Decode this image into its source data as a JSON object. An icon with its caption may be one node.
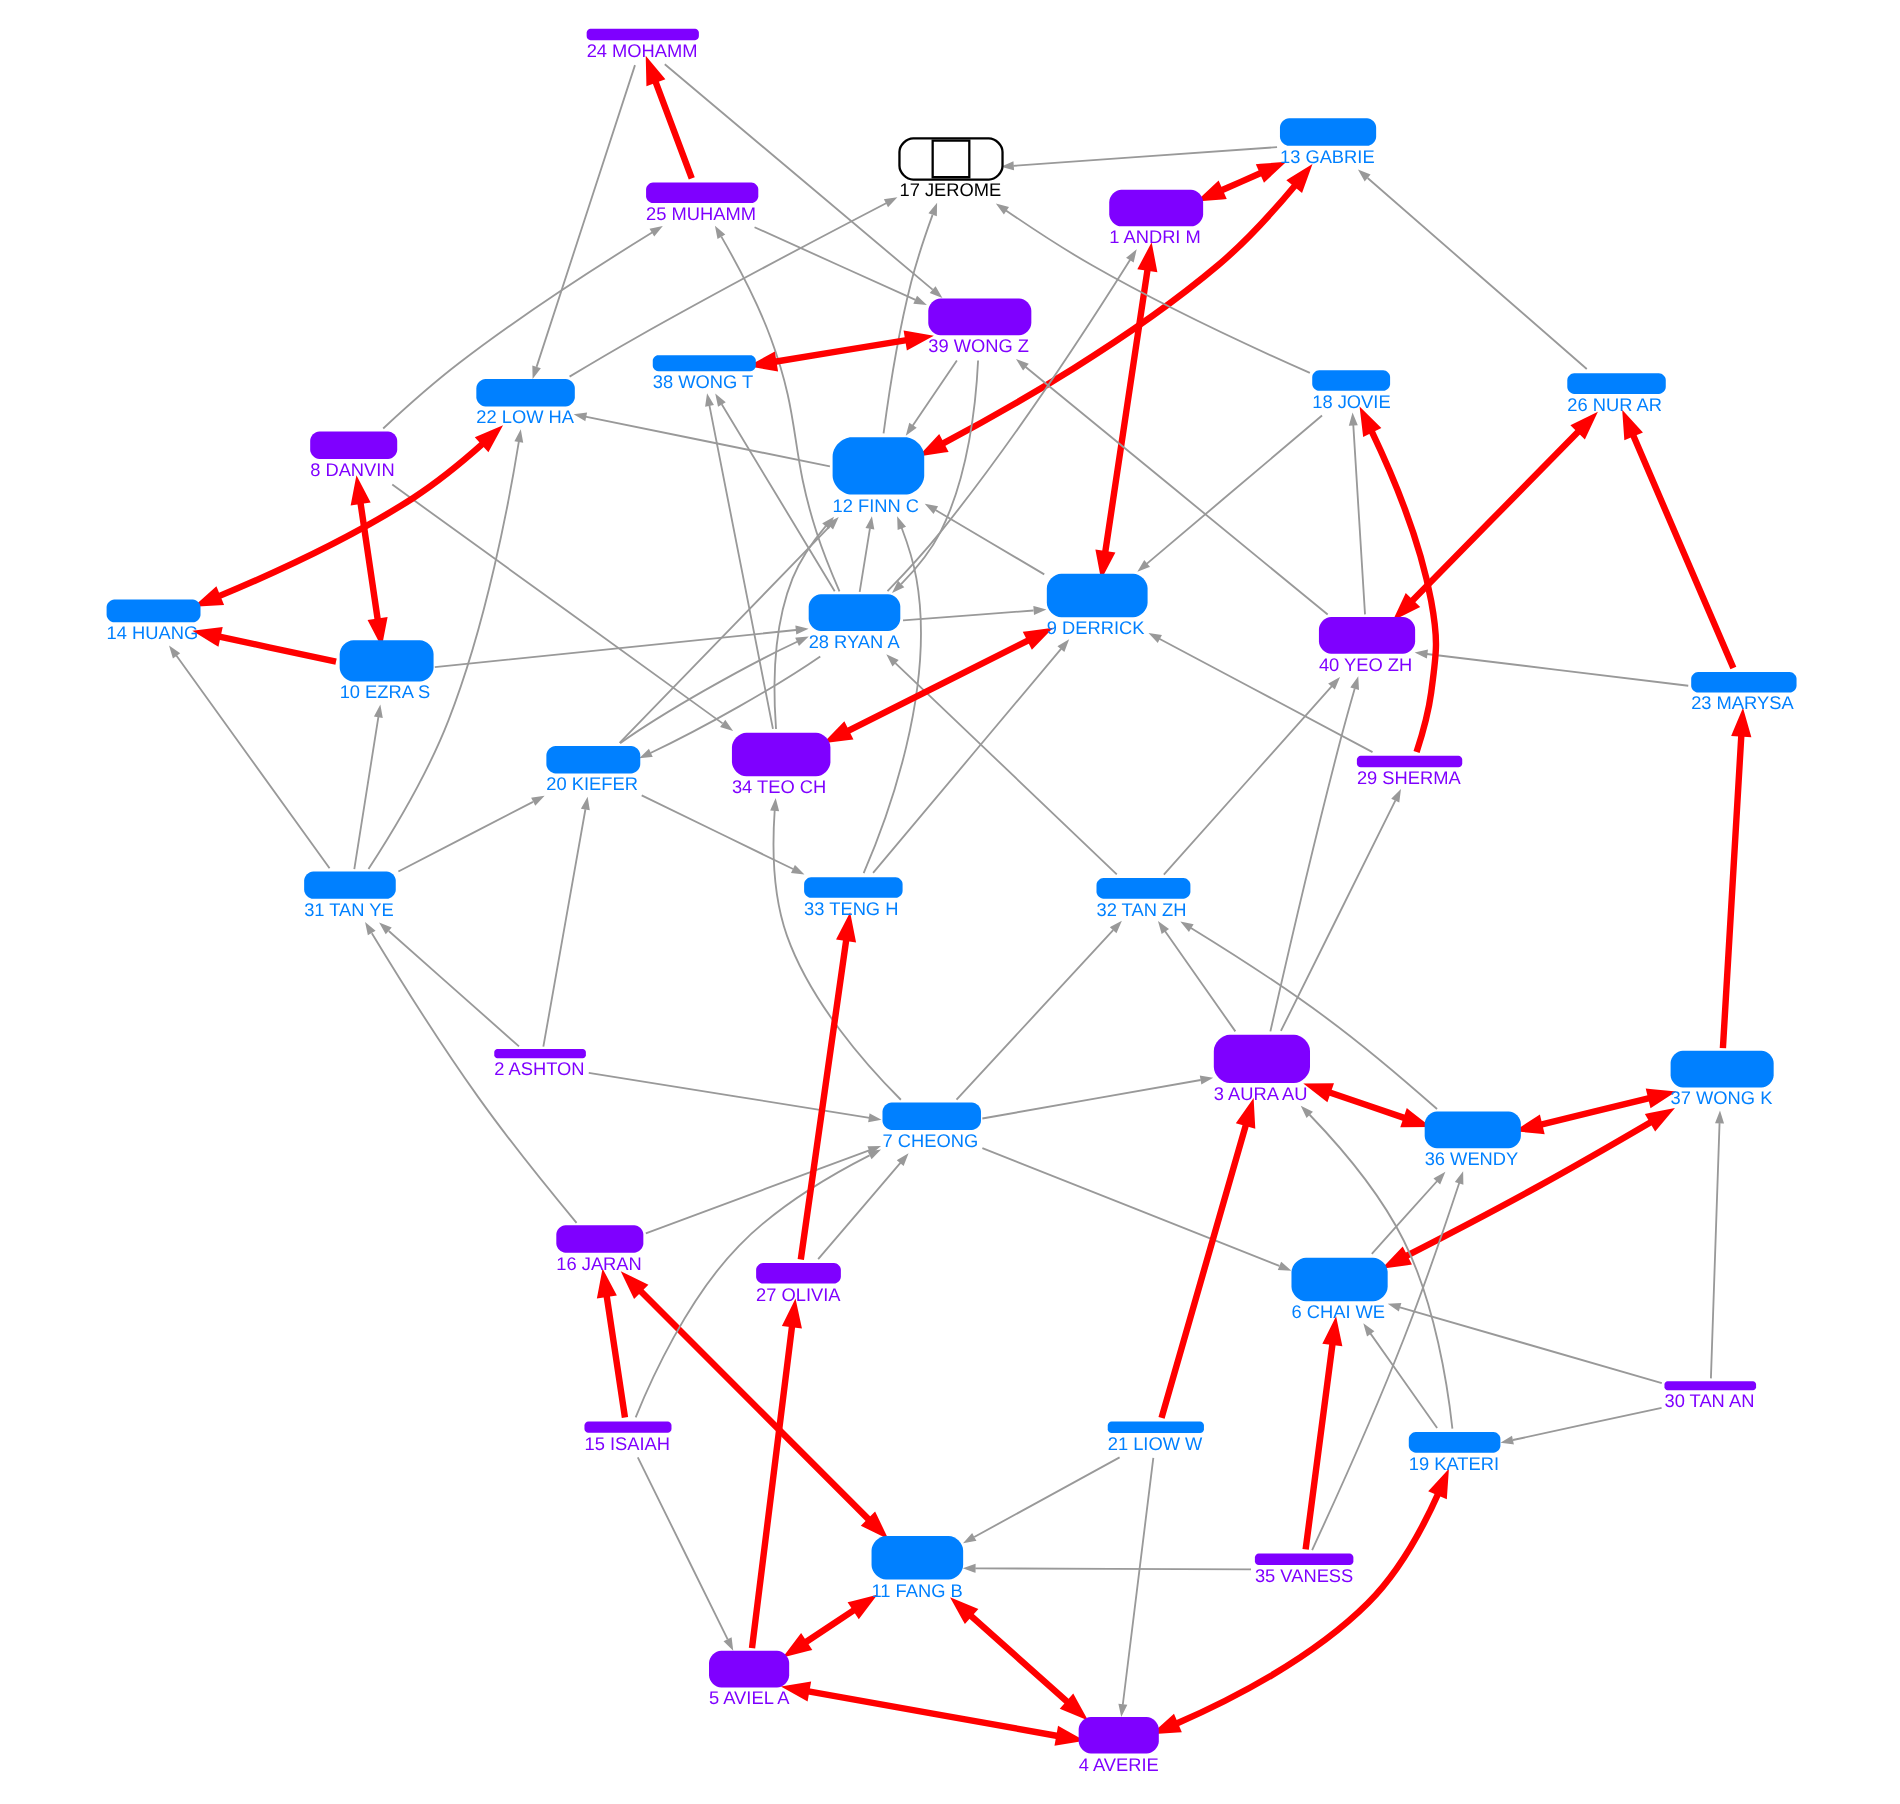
{
  "diagram": {
    "nodes": [
      {
        "text": [
          "1 ANDRI M"
        ]
      },
      {
        "text": [
          "2 ASHTON"
        ]
      },
      {
        "text": [
          "3 AURA AU"
        ]
      },
      {
        "text": [
          "4 AVERIE"
        ]
      },
      {
        "text": [
          "5 AVIEL A"
        ]
      },
      {
        "text": [
          "6 CHAI WE"
        ]
      },
      {
        "text": [
          "7 CHEONG"
        ]
      },
      {
        "text": [
          "8 DANVIN"
        ]
      },
      {
        "text": [
          "9 DERRICK"
        ]
      },
      {
        "text": [
          "10 EZRA S"
        ]
      },
      {
        "text": [
          "11 FANG B"
        ]
      },
      {
        "text": [
          "12 FINN C"
        ]
      },
      {
        "text": [
          "13 GABRIE"
        ]
      },
      {
        "text": [
          "14 HUANG"
        ]
      },
      {
        "text": [
          "15 ISAIAH"
        ]
      },
      {
        "text": [
          "16 JARAN"
        ]
      },
      {
        "text": [
          "17 JEROME"
        ]
      },
      {
        "text": [
          "18 JOVIE"
        ]
      },
      {
        "text": [
          "19 KATERI"
        ]
      },
      {
        "text": [
          "20 KIEFER"
        ]
      },
      {
        "text": [
          "21 LIOW W"
        ]
      },
      {
        "text": [
          "22 LOW HA"
        ]
      },
      {
        "text": [
          "23 MARYSA"
        ]
      },
      {
        "text": [
          "24 MOHAMM"
        ]
      },
      {
        "text": [
          "25 MUHAMM"
        ]
      },
      {
        "text": [
          "26 NUR AR"
        ]
      },
      {
        "text": [
          "27 OLIVIA"
        ]
      },
      {
        "text": [
          "28 RYAN A"
        ]
      },
      {
        "text": [
          "29 SHERMA"
        ]
      },
      {
        "text": [
          "30 TAN AN"
        ]
      },
      {
        "text": [
          "31 TAN YE"
        ]
      },
      {
        "text": [
          "32 TAN ZH"
        ]
      },
      {
        "text": [
          "33 TENG H"
        ]
      },
      {
        "text": [
          "34 TEO CH"
        ]
      },
      {
        "text": [
          "35 VANESS"
        ]
      },
      {
        "text": [
          "36 WENDY"
        ]
      },
      {
        "text": [
          "37 WONG K"
        ]
      },
      {
        "text": [
          "38 WONG T"
        ]
      },
      {
        "text": [
          "39 WONG Z"
        ]
      },
      {
        "text": [
          "40 YEO ZH"
        ]
      }
    ],
    "edges": [
      {
        "from": 3,
        "to": 4,
        "arrow": "both",
        "style": "thick",
        "color": "#ff0000"
      },
      {
        "from": 3,
        "to": 10,
        "arrow": "both",
        "style": "thick",
        "color": "#ff0000"
      },
      {
        "from": 4,
        "to": 10,
        "arrow": "both",
        "style": "thick",
        "color": "#ff0000"
      },
      {
        "from": 3,
        "to": 18,
        "arrow": "both",
        "style": "thick",
        "color": "#ff0000"
      },
      {
        "from": 10,
        "to": 15,
        "arrow": "both",
        "style": "thick",
        "color": "#ff0000"
      },
      {
        "from": 14,
        "to": 15,
        "arrow": "to",
        "style": "thick",
        "color": "#ff0000"
      },
      {
        "from": 4,
        "to": 26,
        "arrow": "to",
        "style": "thick",
        "color": "#ff0000"
      },
      {
        "from": 26,
        "to": 32,
        "arrow": "to",
        "style": "thick",
        "color": "#ff0000"
      },
      {
        "from": 34,
        "to": 5,
        "arrow": "to",
        "style": "thick",
        "color": "#ff0000"
      },
      {
        "from": 20,
        "to": 2,
        "arrow": "to",
        "style": "thick",
        "color": "#ff0000"
      },
      {
        "from": 5,
        "to": 36,
        "arrow": "both",
        "style": "thick",
        "color": "#ff0000"
      },
      {
        "from": 35,
        "to": 2,
        "arrow": "both",
        "style": "thick",
        "color": "#ff0000"
      },
      {
        "from": 35,
        "to": 36,
        "arrow": "both",
        "style": "thick",
        "color": "#ff0000"
      },
      {
        "from": 36,
        "to": 22,
        "arrow": "to",
        "style": "thick",
        "color": "#ff0000"
      },
      {
        "from": 22,
        "to": 25,
        "arrow": "to",
        "style": "thick",
        "color": "#ff0000"
      },
      {
        "from": 39,
        "to": 25,
        "arrow": "both",
        "style": "thick",
        "color": "#ff0000"
      },
      {
        "from": 28,
        "to": 17,
        "arrow": "to",
        "style": "thick",
        "color": "#ff0000"
      },
      {
        "from": 7,
        "to": 9,
        "arrow": "both",
        "style": "thick",
        "color": "#ff0000"
      },
      {
        "from": 9,
        "to": 13,
        "arrow": "to",
        "style": "thick",
        "color": "#ff0000"
      },
      {
        "from": 13,
        "to": 21,
        "arrow": "both",
        "style": "thick",
        "color": "#ff0000"
      },
      {
        "from": 24,
        "to": 23,
        "arrow": "to",
        "style": "thick",
        "color": "#ff0000"
      },
      {
        "from": 33,
        "to": 8,
        "arrow": "both",
        "style": "thick",
        "color": "#ff0000"
      },
      {
        "from": 8,
        "to": 0,
        "arrow": "both",
        "style": "thick",
        "color": "#ff0000"
      },
      {
        "from": 11,
        "to": 12,
        "arrow": "both",
        "style": "thick",
        "color": "#ff0000"
      },
      {
        "from": 0,
        "to": 12,
        "arrow": "both",
        "style": "thick",
        "color": "#ff0000"
      },
      {
        "from": 38,
        "to": 37,
        "arrow": "both",
        "style": "thick",
        "color": "#ff0000"
      },
      {
        "from": 20,
        "to": 3,
        "arrow": "to"
      },
      {
        "from": 34,
        "to": 10,
        "arrow": "to"
      },
      {
        "from": 20,
        "to": 10,
        "arrow": "to"
      },
      {
        "from": 14,
        "to": 4,
        "arrow": "to"
      },
      {
        "from": 14,
        "to": 6,
        "arrow": "to"
      },
      {
        "from": 15,
        "to": 6,
        "arrow": "to"
      },
      {
        "from": 26,
        "to": 6,
        "arrow": "to"
      },
      {
        "from": 15,
        "to": 30,
        "arrow": "to"
      },
      {
        "from": 1,
        "to": 30,
        "arrow": "to"
      },
      {
        "from": 1,
        "to": 19,
        "arrow": "to"
      },
      {
        "from": 1,
        "to": 6,
        "arrow": "to"
      },
      {
        "from": 6,
        "to": 2,
        "arrow": "to"
      },
      {
        "from": 6,
        "to": 31,
        "arrow": "to"
      },
      {
        "from": 6,
        "to": 33,
        "arrow": "to"
      },
      {
        "from": 6,
        "to": 5,
        "arrow": "to"
      },
      {
        "from": 34,
        "to": 35,
        "arrow": "to"
      },
      {
        "from": 18,
        "to": 5,
        "arrow": "to"
      },
      {
        "from": 18,
        "to": 2,
        "arrow": "to"
      },
      {
        "from": 29,
        "to": 18,
        "arrow": "to"
      },
      {
        "from": 29,
        "to": 5,
        "arrow": "to"
      },
      {
        "from": 29,
        "to": 36,
        "arrow": "to"
      },
      {
        "from": 5,
        "to": 35,
        "arrow": "to"
      },
      {
        "from": 35,
        "to": 31,
        "arrow": "to"
      },
      {
        "from": 2,
        "to": 31,
        "arrow": "to"
      },
      {
        "from": 2,
        "to": 39,
        "arrow": "to"
      },
      {
        "from": 2,
        "to": 28,
        "arrow": "to"
      },
      {
        "from": 31,
        "to": 39,
        "arrow": "to"
      },
      {
        "from": 31,
        "to": 27,
        "arrow": "to"
      },
      {
        "from": 22,
        "to": 39,
        "arrow": "to"
      },
      {
        "from": 39,
        "to": 17,
        "arrow": "to"
      },
      {
        "from": 39,
        "to": 38,
        "arrow": "to"
      },
      {
        "from": 28,
        "to": 8,
        "arrow": "to"
      },
      {
        "from": 17,
        "to": 8,
        "arrow": "to"
      },
      {
        "from": 17,
        "to": 16,
        "arrow": "to"
      },
      {
        "from": 25,
        "to": 12,
        "arrow": "to"
      },
      {
        "from": 12,
        "to": 16,
        "arrow": "to"
      },
      {
        "from": 11,
        "to": 16,
        "arrow": "to"
      },
      {
        "from": 21,
        "to": 16,
        "arrow": "to"
      },
      {
        "from": 7,
        "to": 33,
        "arrow": "to"
      },
      {
        "from": 7,
        "to": 24,
        "arrow": "to"
      },
      {
        "from": 9,
        "to": 27,
        "arrow": "to"
      },
      {
        "from": 30,
        "to": 9,
        "arrow": "to"
      },
      {
        "from": 30,
        "to": 19,
        "arrow": "to"
      },
      {
        "from": 30,
        "to": 13,
        "arrow": "to"
      },
      {
        "from": 30,
        "to": 21,
        "arrow": "to"
      },
      {
        "from": 19,
        "to": 32,
        "arrow": "to"
      },
      {
        "from": 19,
        "to": 27,
        "arrow": "to"
      },
      {
        "from": 27,
        "to": 19,
        "arrow": "to"
      },
      {
        "from": 19,
        "to": 11,
        "arrow": "to"
      },
      {
        "from": 27,
        "to": 8,
        "arrow": "to"
      },
      {
        "from": 27,
        "to": 11,
        "arrow": "to"
      },
      {
        "from": 27,
        "to": 24,
        "arrow": "to"
      },
      {
        "from": 27,
        "to": 37,
        "arrow": "to"
      },
      {
        "from": 32,
        "to": 8,
        "arrow": "to"
      },
      {
        "from": 32,
        "to": 11,
        "arrow": "to"
      },
      {
        "from": 33,
        "to": 11,
        "arrow": "to"
      },
      {
        "from": 33,
        "to": 37,
        "arrow": "to"
      },
      {
        "from": 8,
        "to": 11,
        "arrow": "to"
      },
      {
        "from": 27,
        "to": 0,
        "arrow": "to"
      },
      {
        "from": 38,
        "to": 27,
        "arrow": "to"
      },
      {
        "from": 38,
        "to": 11,
        "arrow": "to"
      },
      {
        "from": 24,
        "to": 38,
        "arrow": "to"
      },
      {
        "from": 11,
        "to": 21,
        "arrow": "to"
      },
      {
        "from": 23,
        "to": 21,
        "arrow": "to"
      },
      {
        "from": 23,
        "to": 38,
        "arrow": "to"
      }
    ]
  }
}
